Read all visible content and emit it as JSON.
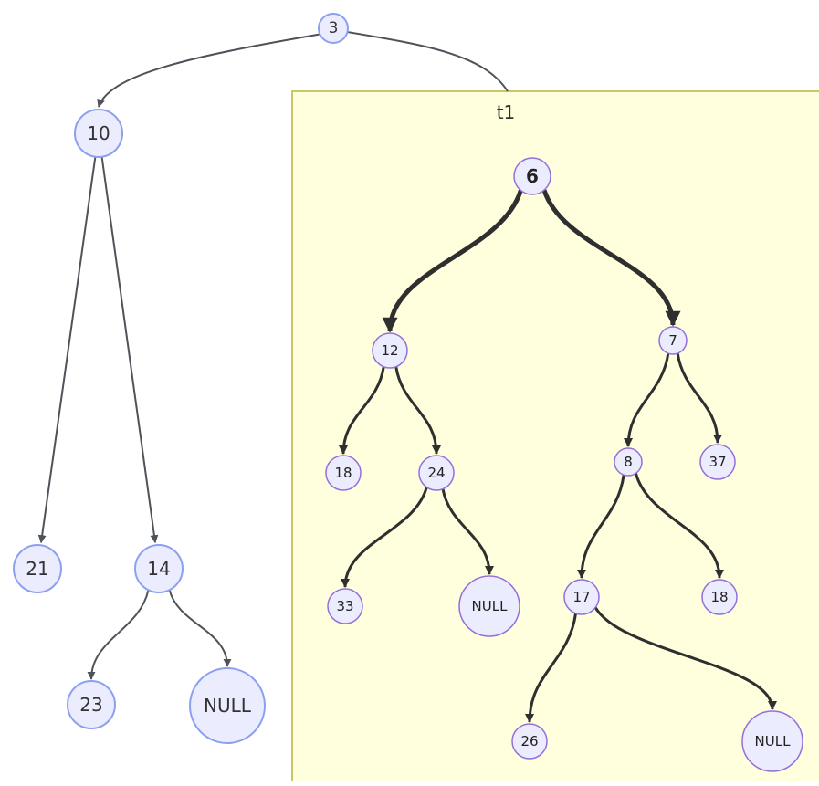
{
  "diagram": {
    "colors": {
      "node_fill": "#ECECFF",
      "node_stroke_a": "#8CA0F0",
      "node_stroke_b": "#9370DB",
      "edge_a": "#4d5358",
      "edge_b": "#2f2f2f",
      "cluster_fill": "#FFFFDE",
      "cluster_stroke": "#C8C864"
    },
    "cluster": {
      "label": "t1"
    },
    "nodes": [
      {
        "id": "a3",
        "label": "3"
      },
      {
        "id": "a10",
        "label": "10"
      },
      {
        "id": "a21",
        "label": "21"
      },
      {
        "id": "a14",
        "label": "14"
      },
      {
        "id": "a23",
        "label": "23"
      },
      {
        "id": "anull",
        "label": "NULL"
      },
      {
        "id": "b6",
        "label": "6"
      },
      {
        "id": "b12",
        "label": "12"
      },
      {
        "id": "b7",
        "label": "7"
      },
      {
        "id": "b18a",
        "label": "18"
      },
      {
        "id": "b24",
        "label": "24"
      },
      {
        "id": "b8",
        "label": "8"
      },
      {
        "id": "b37",
        "label": "37"
      },
      {
        "id": "b33",
        "label": "33"
      },
      {
        "id": "bnull1",
        "label": "NULL"
      },
      {
        "id": "b17",
        "label": "17"
      },
      {
        "id": "b18b",
        "label": "18"
      },
      {
        "id": "b26",
        "label": "26"
      },
      {
        "id": "bnull2",
        "label": "NULL"
      }
    ],
    "edges": [
      {
        "from": "a3",
        "to": "a10"
      },
      {
        "from": "a3",
        "to": "b6"
      },
      {
        "from": "a10",
        "to": "a21"
      },
      {
        "from": "a10",
        "to": "a14"
      },
      {
        "from": "a14",
        "to": "a23"
      },
      {
        "from": "a14",
        "to": "anull"
      },
      {
        "from": "b6",
        "to": "b12"
      },
      {
        "from": "b6",
        "to": "b7"
      },
      {
        "from": "b12",
        "to": "b18a"
      },
      {
        "from": "b12",
        "to": "b24"
      },
      {
        "from": "b24",
        "to": "b33"
      },
      {
        "from": "b24",
        "to": "bnull1"
      },
      {
        "from": "b7",
        "to": "b8"
      },
      {
        "from": "b7",
        "to": "b37"
      },
      {
        "from": "b8",
        "to": "b17"
      },
      {
        "from": "b8",
        "to": "b18b"
      },
      {
        "from": "b17",
        "to": "b26"
      },
      {
        "from": "b17",
        "to": "bnull2"
      }
    ]
  }
}
